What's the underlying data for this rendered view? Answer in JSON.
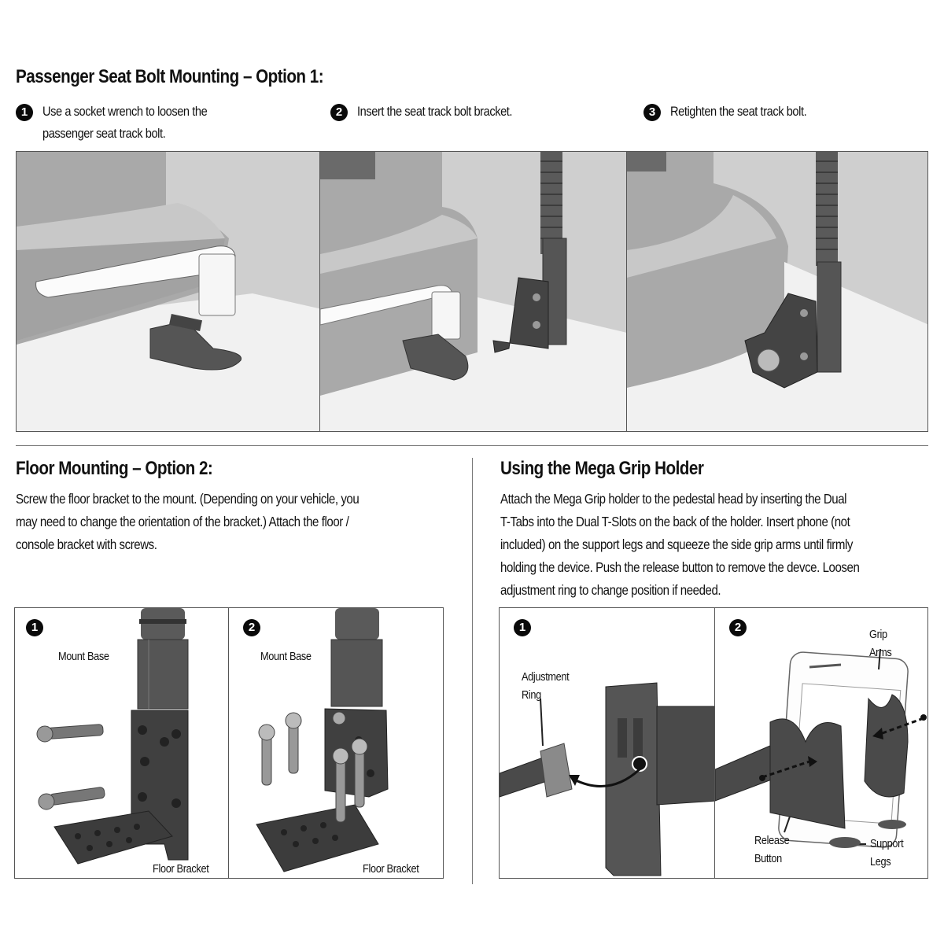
{
  "seat_mount": {
    "title": "Passenger Seat Bolt Mounting – Option 1:",
    "steps": [
      {
        "number": "1",
        "text_line1": "Use a socket wrench to loosen the",
        "text_line2": "passenger seat track bolt."
      },
      {
        "number": "2",
        "text_line1": "Insert the seat track bolt bracket.",
        "text_line2": ""
      },
      {
        "number": "3",
        "text_line1": "Retighten the seat track bolt.",
        "text_line2": ""
      }
    ]
  },
  "floor_mount": {
    "title": "Floor Mounting – Option 2:",
    "description_lines": [
      "Screw the floor bracket to the mount. (Depending on your vehicle, you",
      "may need to change the orientation of the bracket.) Attach the floor /",
      "console bracket with screws."
    ],
    "panels": [
      {
        "number": "1",
        "label_top": "Mount Base",
        "label_bottom": "Floor Bracket"
      },
      {
        "number": "2",
        "label_top": "Mount Base",
        "label_bottom": "Floor Bracket"
      }
    ]
  },
  "mega_grip": {
    "title": "Using the Mega Grip Holder",
    "description_lines": [
      "Attach the Mega Grip holder to the pedestal head by inserting the Dual",
      "T-Tabs into the Dual T-Slots on the back of the holder. Insert phone (not",
      "included) on the support legs and squeeze the side grip arms until firmly",
      "holding the device. Push the release button to remove the devce. Loosen",
      "adjustment ring to change position if needed."
    ],
    "panels": [
      {
        "number": "1",
        "labels": {
          "adjustment_ring_1": "Adjustment",
          "adjustment_ring_2": "Ring"
        }
      },
      {
        "number": "2",
        "labels": {
          "grip_arms_1": "Grip",
          "grip_arms_2": "Arms",
          "release_button_1": "Release",
          "release_button_2": "Button",
          "support_legs_1": "Support",
          "support_legs_2": "Legs"
        }
      }
    ]
  },
  "colors": {
    "badge": "#0a0a0a",
    "seat_gray": "#a9a9a9",
    "wall_gray": "#cfcfcf",
    "floor_white": "#f1f1f1",
    "part_dark": "#4a4a4a",
    "border": "#555555"
  }
}
